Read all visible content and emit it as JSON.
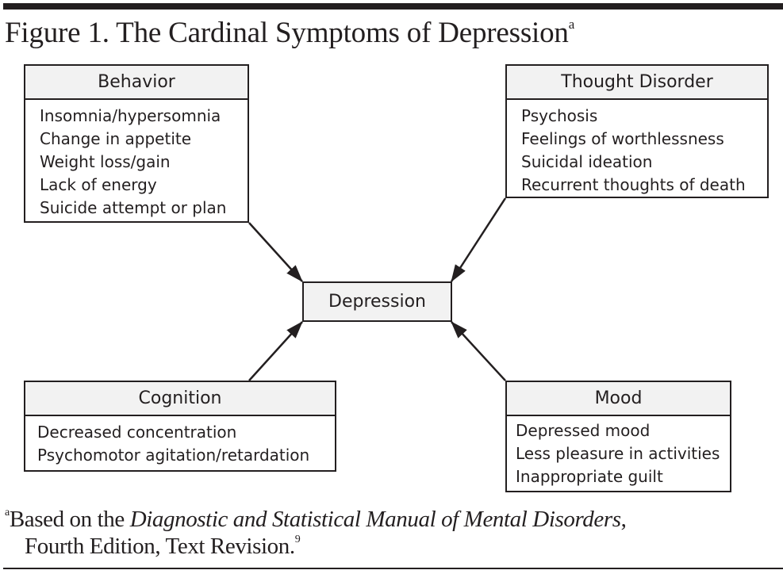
{
  "figure": {
    "title": "Figure 1. The Cardinal Symptoms of Depression",
    "title_footnote_marker": "a"
  },
  "center_node": {
    "label": "Depression"
  },
  "categories": {
    "behavior": {
      "title": "Behavior",
      "items": [
        "Insomnia/hypersomnia",
        "Change in appetite",
        "Weight loss/gain",
        "Lack of energy",
        "Suicide attempt or plan"
      ]
    },
    "thought_disorder": {
      "title": "Thought Disorder",
      "items": [
        "Psychosis",
        "Feelings of worthlessness",
        "Suicidal ideation",
        "Recurrent thoughts of death"
      ]
    },
    "cognition": {
      "title": "Cognition",
      "items": [
        "Decreased concentration",
        "Psychomotor agitation/retardation"
      ]
    },
    "mood": {
      "title": "Mood",
      "items": [
        "Depressed mood",
        "Less pleasure in activities",
        "Inappropriate guilt"
      ]
    }
  },
  "edges": [
    {
      "from": "behavior",
      "to": "depression"
    },
    {
      "from": "thought_disorder",
      "to": "depression"
    },
    {
      "from": "cognition",
      "to": "depression"
    },
    {
      "from": "mood",
      "to": "depression"
    }
  ],
  "footnote": {
    "marker": "a",
    "prefix": "Based on the ",
    "italic": "Diagnostic and Statistical Manual of Mental Disorders",
    "suffix": ",",
    "line2": "Fourth Edition, Text Revision.",
    "reference": "9"
  },
  "colors": {
    "ink": "#231f20",
    "header_fill": "#f2f2f2",
    "background": "#ffffff"
  }
}
